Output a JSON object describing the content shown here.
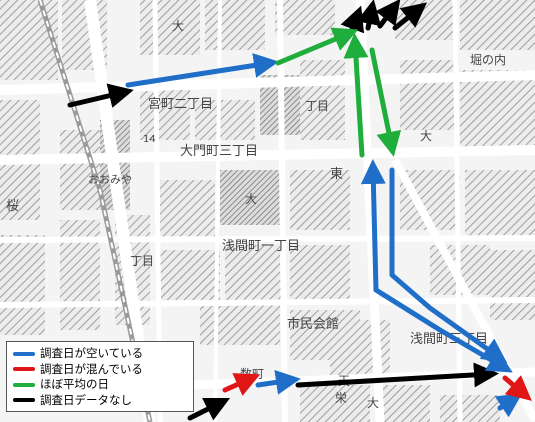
{
  "map": {
    "labels": {
      "sakura": "桜",
      "omiya_kana": "おおみや",
      "daimon_3": "大門町三丁目",
      "miyacho_2": "宮町二丁目",
      "sengen_1": "浅間町一丁目",
      "sengen_3": "浅間町三丁目",
      "shimin_kaikan": "市民会館",
      "higashi": "東",
      "hori_no_uchi": "堀の内",
      "dai": "大",
      "sakae": "栄",
      "ten": "天",
      "chome": "丁目",
      "suki": "数町",
      "num_14": "14"
    },
    "colors": {
      "vacant": "#1f6fc9",
      "congested": "#e01515",
      "average": "#1fae3c",
      "no_data": "#000000",
      "road": "#d9d9d9",
      "block_hatch": "#8a8a8a"
    }
  },
  "legend": {
    "items": [
      {
        "label": "調査日が空いている",
        "color": "#1f6fc9"
      },
      {
        "label": "調査日が混んでいる",
        "color": "#e01515"
      },
      {
        "label": "ほぼ平均の日",
        "color": "#1fae3c"
      },
      {
        "label": "調査日データなし",
        "color": "#000000"
      }
    ]
  }
}
